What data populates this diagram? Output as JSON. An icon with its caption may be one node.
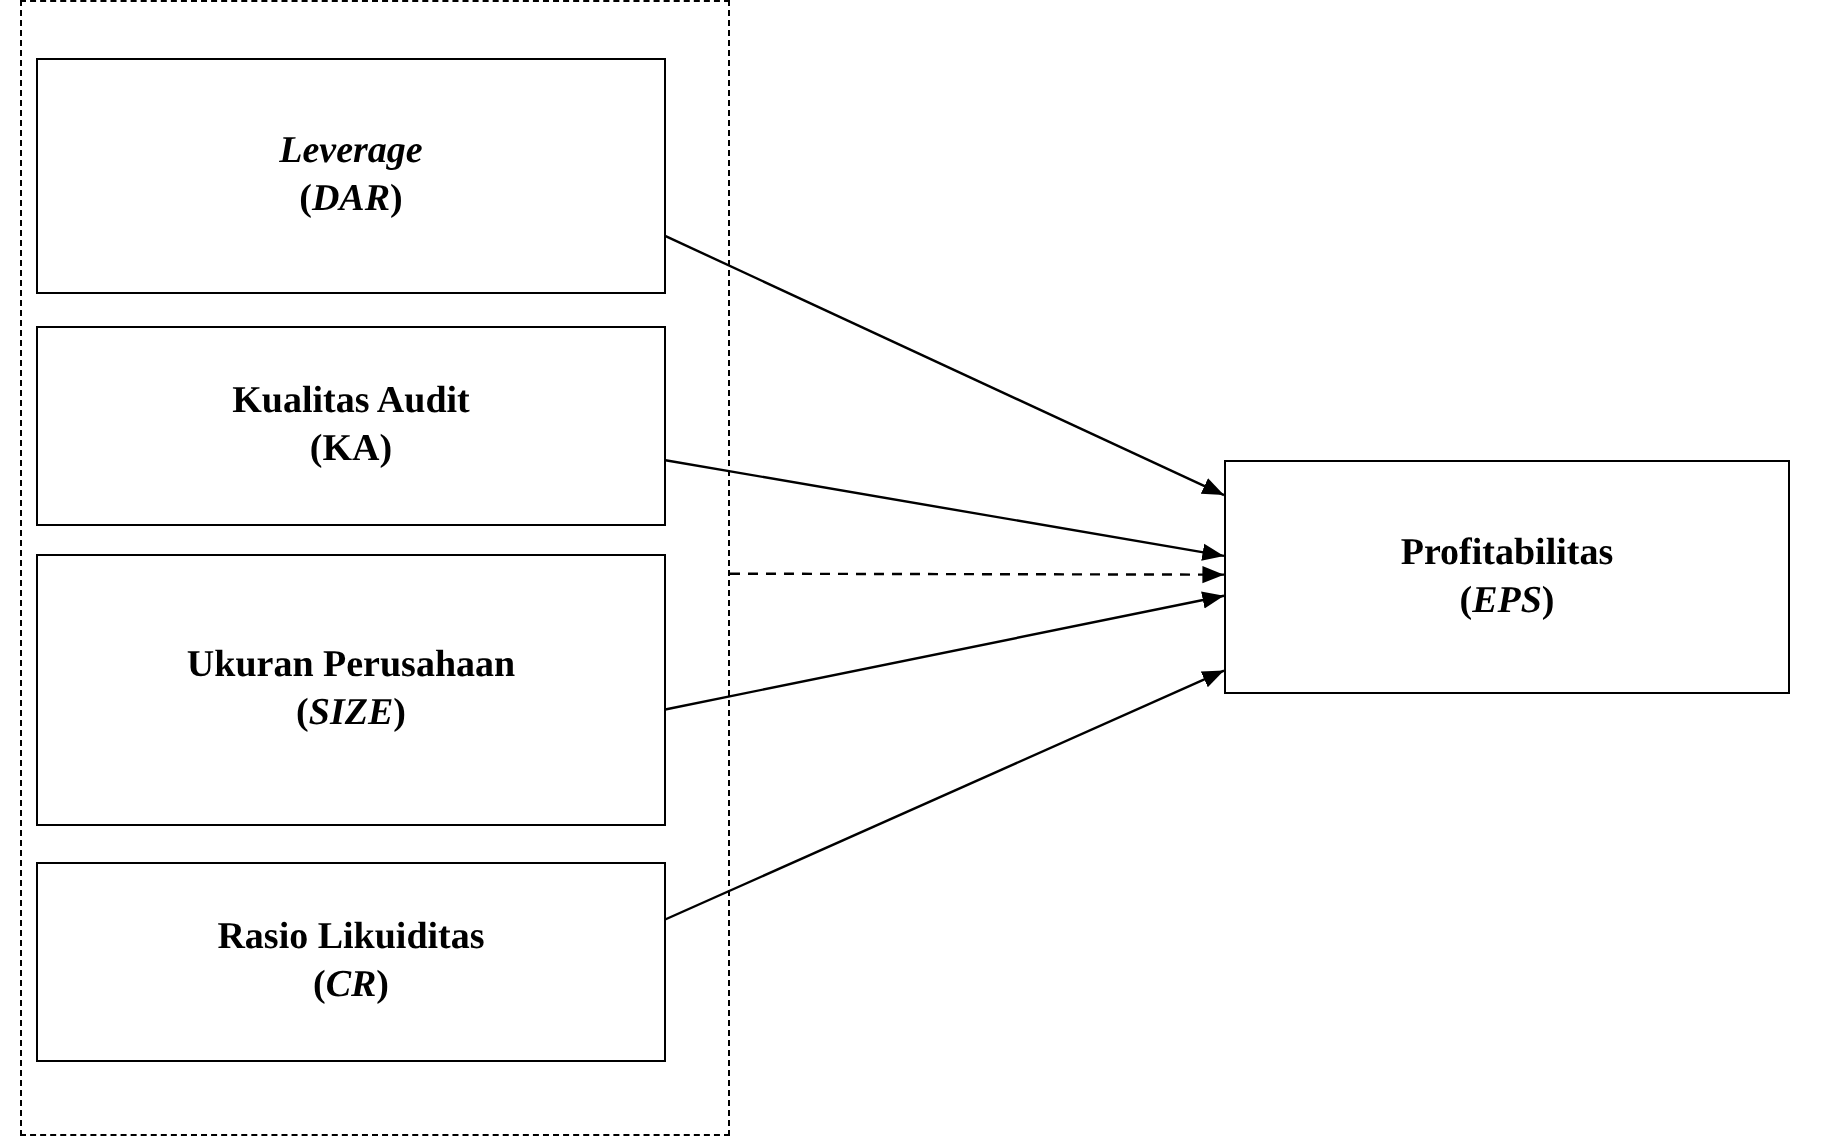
{
  "diagram": {
    "nodes": [
      {
        "text": [],
        "shape": "box"
      },
      {
        "text": [
          "*Leverage*",
          "(*DAR*)"
        ],
        "in": 0
      },
      {
        "text": [
          "Kualitas Audit",
          "(KA)"
        ],
        "in": 0
      },
      {
        "text": [
          "Ukuran Perusahaan",
          "(*SIZE*)"
        ],
        "in": 0
      },
      {
        "text": [
          "Rasio Likuiditas",
          "(*CR*)"
        ],
        "in": 0
      },
      {
        "text": [
          "Profitabilitas",
          "(*EPS*)"
        ]
      }
    ],
    "edges": [
      {
        "from": 1,
        "to": 5,
        "arrow": "to"
      },
      {
        "from": 2,
        "to": 5,
        "arrow": "to"
      },
      {
        "from": 0,
        "to": 5,
        "arrow": "to",
        "style": "dashed"
      },
      {
        "from": 3,
        "to": 5,
        "arrow": "to"
      },
      {
        "from": 4,
        "to": 5,
        "arrow": "to"
      }
    ]
  }
}
